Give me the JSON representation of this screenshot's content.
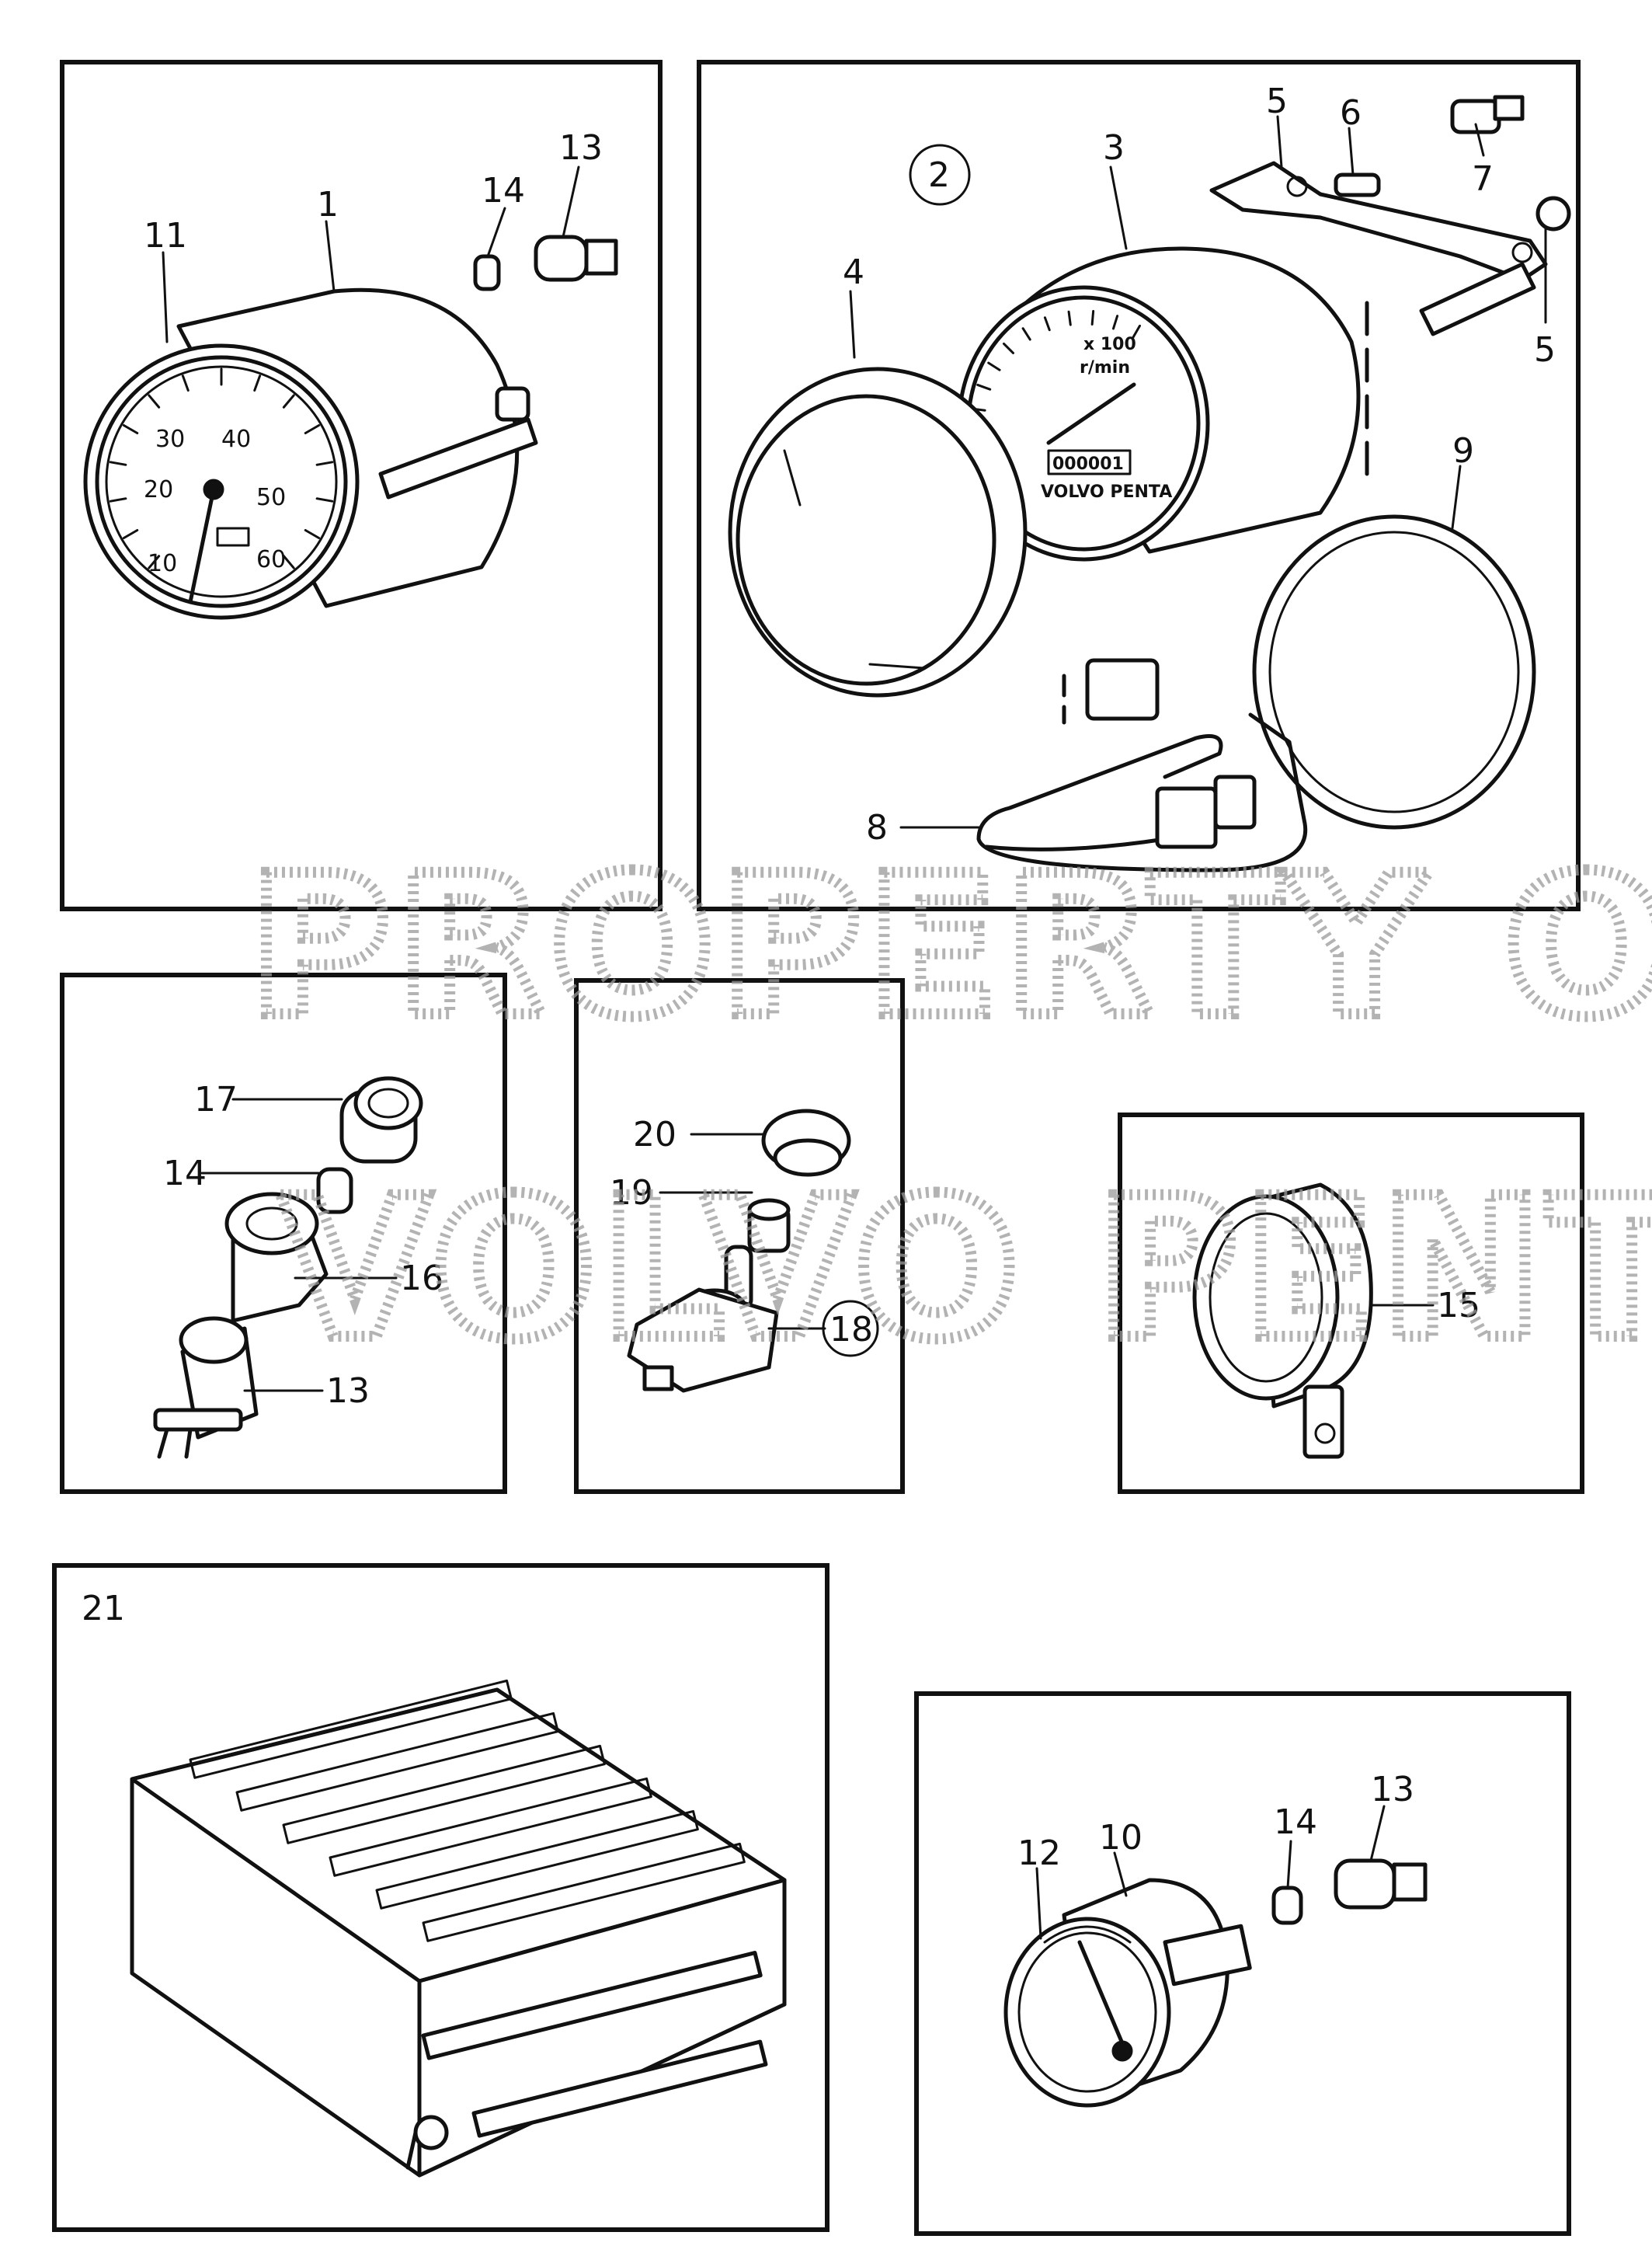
{
  "watermark": {
    "line1": "PROPERTY OF",
    "line2": "VOLVO PENTA"
  },
  "panels": {
    "speedometer": {
      "callouts": [
        "11",
        "1",
        "14",
        "13"
      ],
      "dial_numbers": [
        "10",
        "20",
        "30",
        "40",
        "50",
        "60"
      ]
    },
    "tachometer": {
      "callouts": [
        "2",
        "3",
        "4",
        "5",
        "6",
        "7",
        "5",
        "9",
        "8"
      ],
      "dial_scale": "x 100",
      "dial_unit": "r/min",
      "counter": "000001",
      "brand": "VOLVO PENTA"
    },
    "lamp_holder": {
      "callouts": [
        "17",
        "14",
        "16",
        "13"
      ]
    },
    "switch": {
      "callouts": [
        "20",
        "19",
        "18"
      ]
    },
    "horn": {
      "callouts": [
        "15"
      ]
    },
    "box": {
      "callouts": [
        "21"
      ]
    },
    "small_gauge": {
      "callouts": [
        "12",
        "10",
        "14",
        "13"
      ]
    }
  }
}
